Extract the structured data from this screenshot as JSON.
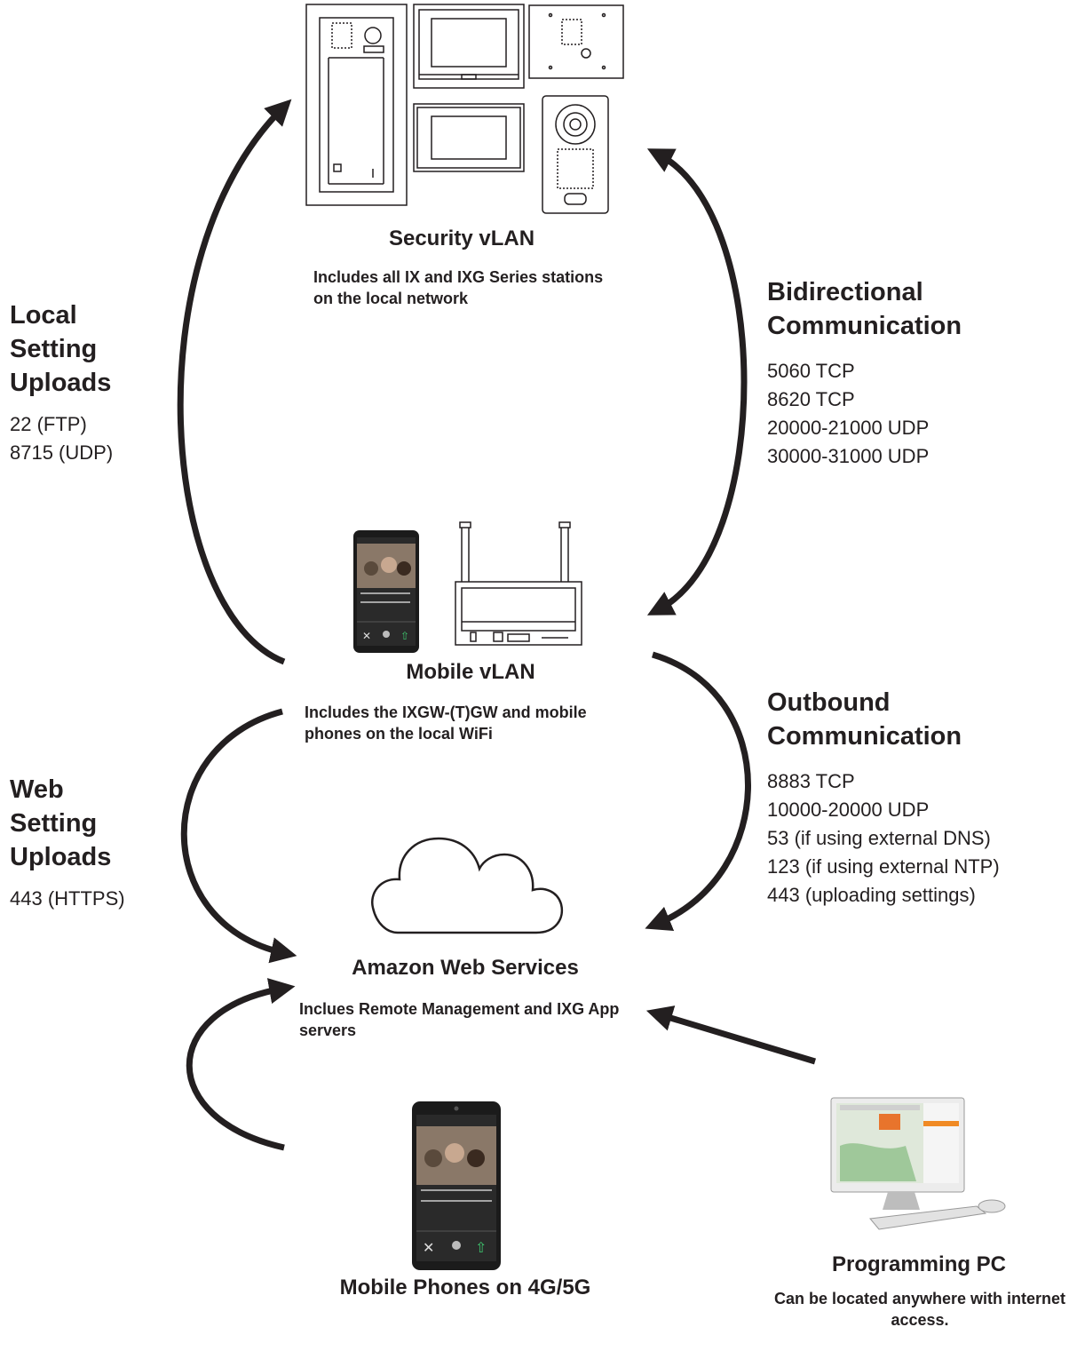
{
  "nodes": {
    "security": {
      "title": "Security vLAN",
      "description": "Includes all IX and IXG Series stations on the local network"
    },
    "mobile_vlan": {
      "title": "Mobile vLAN",
      "description": "Includes the IXGW-(T)GW and mobile phones on the local WiFi"
    },
    "aws": {
      "title": "Amazon Web Services",
      "description": "Inclues Remote Management and IXG App servers"
    },
    "mobile_phones": {
      "title": "Mobile Phones on 4G/5G"
    },
    "programming_pc": {
      "title": "Programming PC",
      "description": "Can be located anywhere with internet access."
    }
  },
  "connections": {
    "local_upload": {
      "heading": [
        "Local",
        "Setting",
        "Uploads"
      ],
      "ports": [
        "22 (FTP)",
        "8715 (UDP)"
      ]
    },
    "bidirectional": {
      "heading": [
        "Bidirectional",
        "Communication"
      ],
      "ports": [
        "5060 TCP",
        "8620 TCP",
        "20000-21000 UDP",
        "30000-31000 UDP"
      ]
    },
    "outbound": {
      "heading": [
        "Outbound",
        "Communication"
      ],
      "ports": [
        "8883 TCP",
        "10000-20000 UDP",
        "53 (if using external DNS)",
        "123 (if using external NTP)",
        "443 (uploading settings)"
      ]
    },
    "web_upload": {
      "heading": [
        "Web",
        "Setting",
        "Uploads"
      ],
      "ports": [
        "443 (HTTPS)"
      ]
    }
  },
  "icons": {
    "stations": "intercom-stations-icon",
    "gateway": "gateway-router-icon",
    "cloud": "cloud-icon",
    "phone": "smartphone-icon",
    "pc": "desktop-computer-icon"
  },
  "colors": {
    "stroke": "#231f20",
    "screen": "#3a3a3a",
    "app_green": "#3ec46d"
  }
}
